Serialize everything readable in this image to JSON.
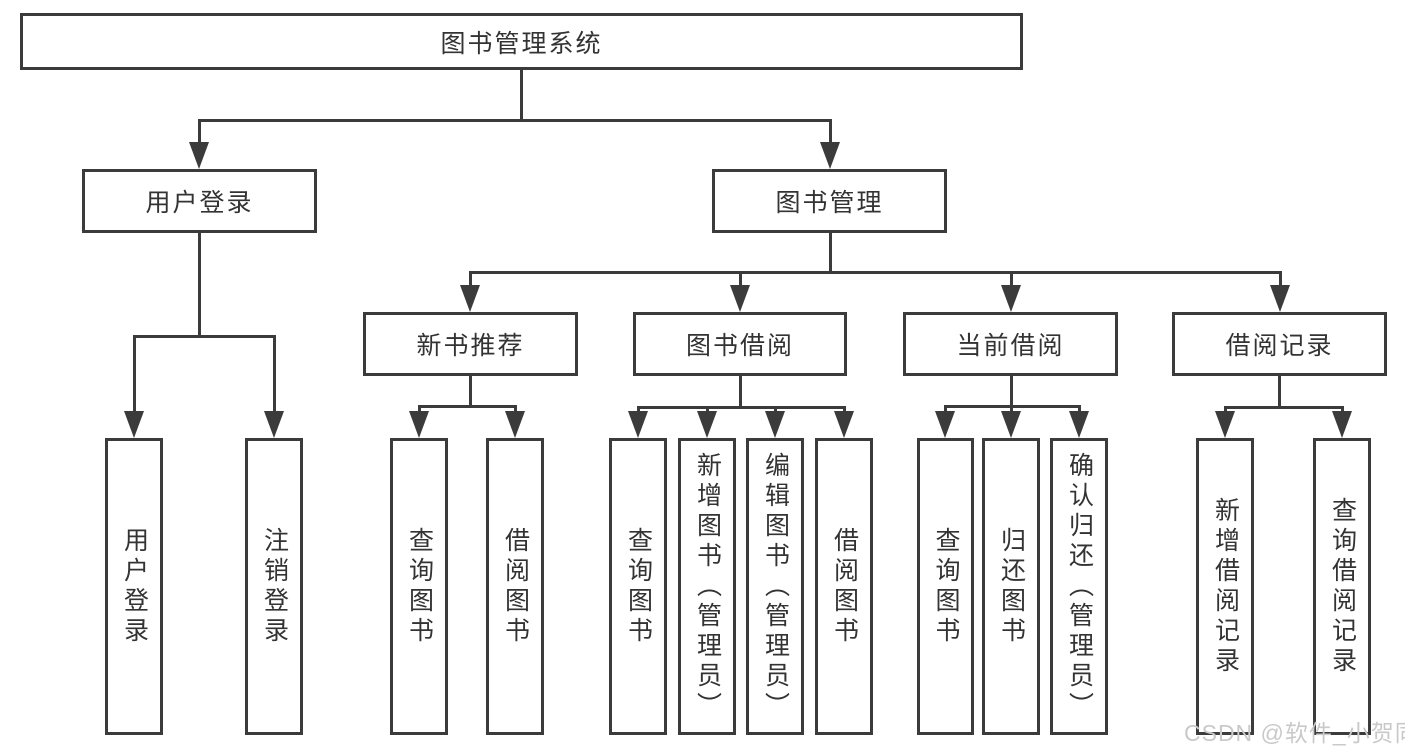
{
  "tree": {
    "root": {
      "label": "图书管理系统"
    },
    "children": [
      {
        "label": "用户登录",
        "children": [
          {
            "label": "用户登录"
          },
          {
            "label": "注销登录"
          }
        ]
      },
      {
        "label": "图书管理",
        "children": [
          {
            "label": "新书推荐",
            "children": [
              {
                "label": "查询图书"
              },
              {
                "label": "借阅图书"
              }
            ]
          },
          {
            "label": "图书借阅",
            "children": [
              {
                "label": "查询图书"
              },
              {
                "label": "新增图书（管理员）"
              },
              {
                "label": "编辑图书（管理员）"
              },
              {
                "label": "借阅图书"
              }
            ]
          },
          {
            "label": "当前借阅",
            "children": [
              {
                "label": "查询图书"
              },
              {
                "label": "归还图书"
              },
              {
                "label": "确认归还（管理员）"
              }
            ]
          },
          {
            "label": "借阅记录",
            "children": [
              {
                "label": "新增借阅记录"
              },
              {
                "label": "查询借阅记录"
              }
            ]
          }
        ]
      }
    ]
  },
  "watermark": {
    "text": "CSDN @软件_小贺同学"
  },
  "colors": {
    "stroke": "#3b3b3b",
    "text": "#333333",
    "background": "#ffffff",
    "watermark": "#c9c9c9"
  }
}
